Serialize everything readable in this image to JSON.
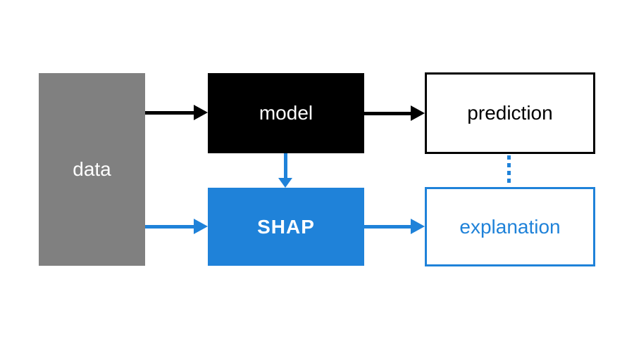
{
  "diagram": {
    "description": "SHAP explanation flow diagram",
    "nodes": {
      "data": {
        "label": "data",
        "fill": "#808080",
        "text_color": "#ffffff"
      },
      "model": {
        "label": "model",
        "fill": "#000000",
        "text_color": "#ffffff"
      },
      "prediction": {
        "label": "prediction",
        "fill": "#ffffff",
        "border": "#000000",
        "text_color": "#000000"
      },
      "shap": {
        "label": "SHAP",
        "fill": "#1f82d9",
        "text_color": "#ffffff"
      },
      "explanation": {
        "label": "explanation",
        "fill": "#ffffff",
        "border": "#1f82d9",
        "text_color": "#1f82d9"
      }
    },
    "edges": [
      {
        "from": "data",
        "to": "model",
        "color": "#000000",
        "style": "solid",
        "arrowhead": true,
        "direction": "right"
      },
      {
        "from": "model",
        "to": "prediction",
        "color": "#000000",
        "style": "solid",
        "arrowhead": true,
        "direction": "right"
      },
      {
        "from": "data",
        "to": "shap",
        "color": "#1f82d9",
        "style": "solid",
        "arrowhead": true,
        "direction": "right"
      },
      {
        "from": "shap",
        "to": "explanation",
        "color": "#1f82d9",
        "style": "solid",
        "arrowhead": true,
        "direction": "right"
      },
      {
        "from": "model",
        "to": "shap",
        "color": "#1f82d9",
        "style": "solid",
        "arrowhead": true,
        "direction": "down"
      },
      {
        "from": "prediction",
        "to": "explanation",
        "color": "#1f82d9",
        "style": "dotted",
        "arrowhead": false,
        "direction": "down"
      }
    ]
  },
  "colors": {
    "blue": "#1f82d9",
    "gray": "#808080",
    "black": "#000000",
    "white": "#ffffff"
  }
}
